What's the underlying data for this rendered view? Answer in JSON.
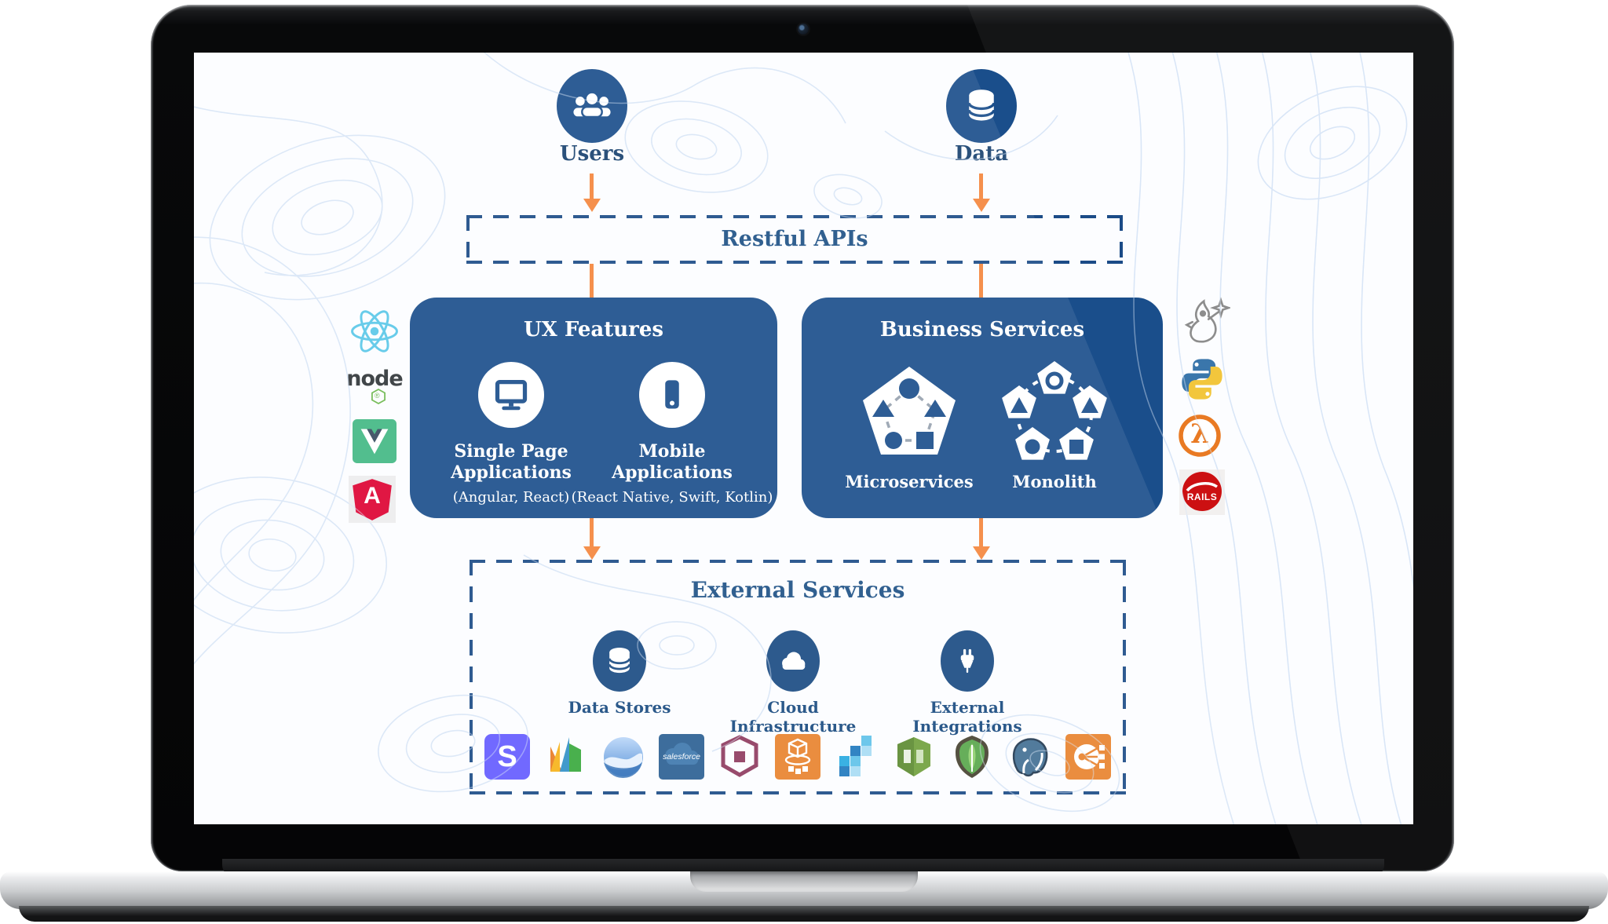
{
  "colors": {
    "box_blue": "#1a4e8b",
    "orange": "#f5863c",
    "dash_blue": "#1b4b87",
    "title_navy": "#1d5186",
    "label_navy": "#17497f"
  },
  "top_nodes": [
    {
      "label": "Users",
      "icon": "users-icon"
    },
    {
      "label": "Data",
      "icon": "database-icon"
    }
  ],
  "api_box": {
    "title": "Restful APIs"
  },
  "ux_box": {
    "title": "UX Features",
    "items": [
      {
        "line1": "Single Page",
        "line2": "Applications",
        "sub": "(Angular, React)",
        "icon": "desktop-icon"
      },
      {
        "line1": "Mobile",
        "line2": "Applications",
        "sub": "(React Native, Swift, Kotlin)",
        "icon": "mobile-icon"
      }
    ]
  },
  "biz_box": {
    "title": "Business Services",
    "items": [
      {
        "label": "Microservices",
        "icon": "microservices-pentagon-icon"
      },
      {
        "label": "Monolith",
        "icon": "monolith-pentagons-icon"
      }
    ]
  },
  "ext_box": {
    "title": "External Services",
    "items": [
      {
        "label": "Data Stores",
        "icon": "database-icon"
      },
      {
        "label": "Cloud Infrastructure",
        "icon": "cloud-icon"
      },
      {
        "label": "External Integrations",
        "icon": "plug-icon"
      }
    ]
  },
  "side_logos": {
    "left": [
      "React",
      "Node.js",
      "Vue.js",
      "Angular"
    ],
    "right": [
      "Java",
      "Python",
      "AWS Lambda",
      "Ruby on Rails"
    ]
  },
  "vendor_logos": [
    "Stripe",
    "Microsoft Dynamics",
    "Google Earth",
    "Salesforce",
    "AWS service (plum cube)",
    "AWS service (cube and ring)",
    "Blue mosaic service",
    "AWS service (green prism)",
    "MongoDB",
    "PostgreSQL",
    "AWS Elastic Load Balancing"
  ],
  "logo_text": {
    "node": "node",
    "node_mark": "®",
    "stripe": "S",
    "angular": "A",
    "salesforce": "salesforce",
    "rails": "RAILS",
    "lambda": "λ"
  }
}
